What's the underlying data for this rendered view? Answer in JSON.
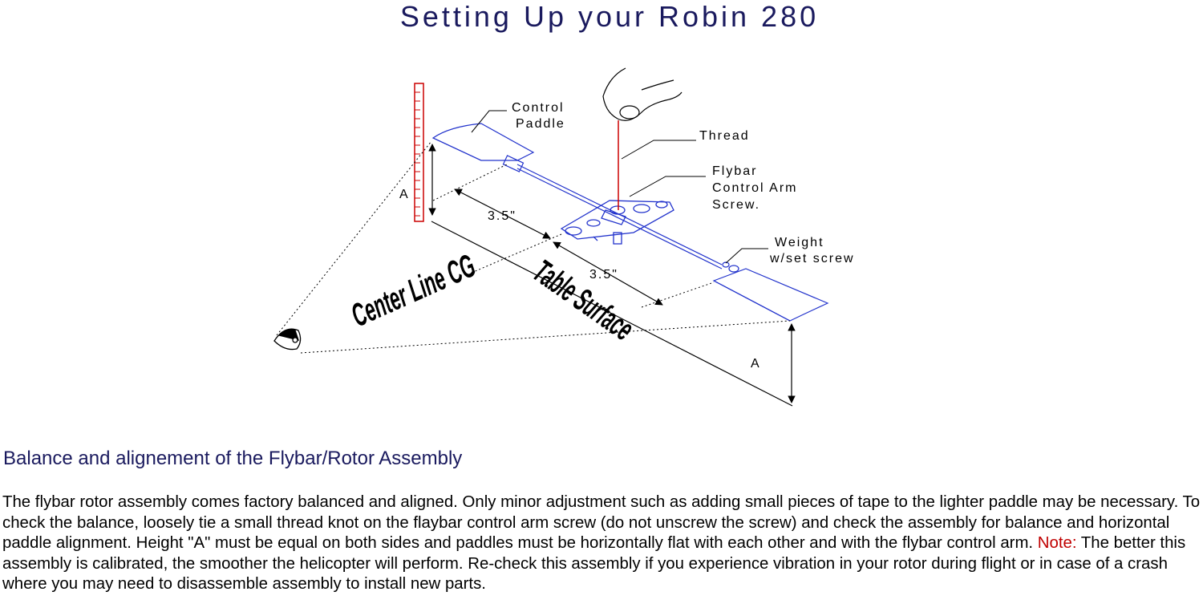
{
  "title": "Setting Up your Robin 280",
  "diagram": {
    "labels": {
      "control_paddle_1": "Control",
      "control_paddle_2": "Paddle",
      "thread": "Thread",
      "flybar_screw_1": "Flybar",
      "flybar_screw_2": "Control Arm",
      "flybar_screw_3": "Screw.",
      "weight_1": "Weight",
      "weight_2": "w/set screw",
      "height_left": "A",
      "height_right": "A",
      "distance_1": "3.5\"",
      "distance_2": "3.5\"",
      "center_line": "Center Line CG",
      "table_surface": "Table Surface"
    },
    "colors": {
      "assembly": "#2233cc",
      "ruler": "#cc0000",
      "thread": "#cc0000",
      "lines": "#000000"
    }
  },
  "section": {
    "heading": "Balance and alignement of  the Flybar/Rotor Assembly",
    "body_before": "The flybar rotor assembly comes factory balanced and aligned. Only minor adjustment such as adding small pieces of tape to the lighter paddle may be necessary. To check the balance, loosely tie a small thread knot on the flaybar control arm screw (do not unscrew the screw) and check the assembly for balance and horizontal paddle alignment.  Height  \"A\" must be equal on both sides and paddles must be horizontally flat with each other and with the flybar control arm. ",
    "note_label": "Note:",
    "body_after": " The better this assembly is calibrated, the smoother the helicopter will perform. Re-check  this assembly if you  experience vibration in your rotor during flight or in case of a crash where you may need to  disassemble assembly to install new parts."
  }
}
